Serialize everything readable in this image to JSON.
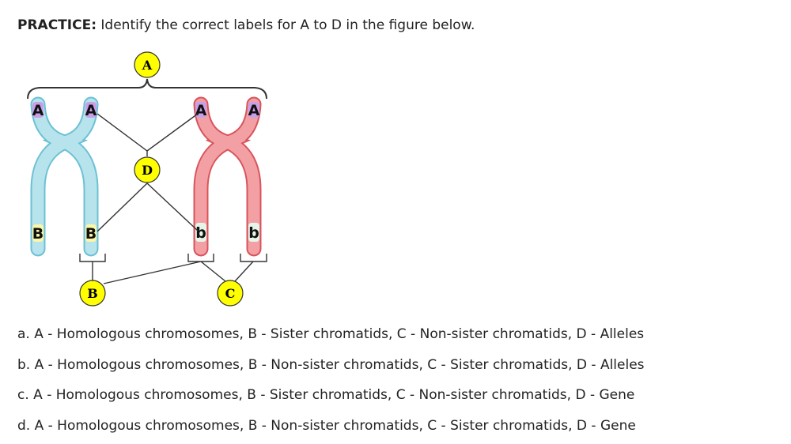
{
  "question": {
    "prefix": "PRACTICE:",
    "text": " Identify the correct labels for A to D in the figure below."
  },
  "figure": {
    "callouts": {
      "A": "A",
      "B": "B",
      "C": "C",
      "D": "D"
    },
    "genes": {
      "top": "A",
      "bottom_left": "B",
      "bottom_right": "b"
    },
    "colors": {
      "chromosome_left": "#b6e3ec",
      "chromosome_right": "#f3a0a4",
      "top_band": "#c9a0e8",
      "callout": "#ffff00"
    }
  },
  "options": [
    "a. A - Homologous chromosomes, B - Sister chromatids, C - Non-sister chromatids, D - Alleles",
    "b. A - Homologous chromosomes, B - Non-sister chromatids, C - Sister chromatids, D - Alleles",
    "c. A - Homologous chromosomes, B - Sister chromatids, C - Non-sister chromatids, D - Gene",
    "d. A - Homologous chromosomes, B - Non-sister chromatids, C - Sister chromatids, D - Gene"
  ]
}
